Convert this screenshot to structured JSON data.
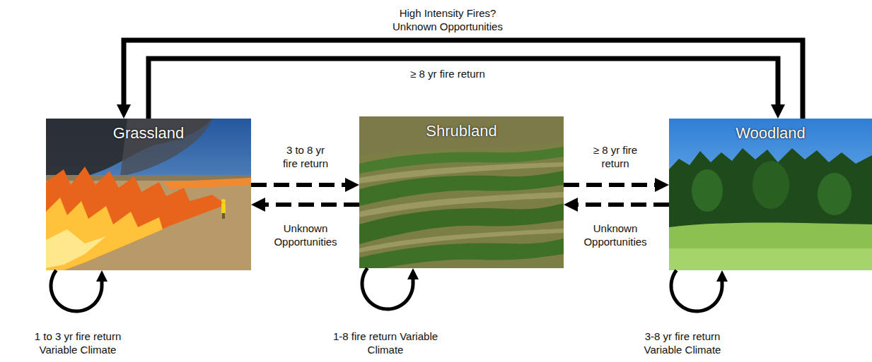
{
  "diagram": {
    "nodes": [
      {
        "text": [
          "Grassland"
        ]
      },
      {
        "text": [
          "Shrubland"
        ]
      },
      {
        "text": [
          "Woodland"
        ]
      }
    ],
    "edges": [
      {
        "from": 0,
        "to": 1,
        "arrow": "to",
        "label": "3 to 8 yr fire return"
      },
      {
        "from": 1,
        "to": 0,
        "arrow": "to",
        "label": "Unknown Opportunities"
      },
      {
        "from": 1,
        "to": 2,
        "arrow": "to",
        "label": "≥ 8 yr fire return"
      },
      {
        "from": 2,
        "to": 1,
        "arrow": "to",
        "label": "Unknown Opportunities"
      },
      {
        "from": 0,
        "to": 2,
        "arrow": "to",
        "label": "≥ 8 yr fire return"
      },
      {
        "from": 2,
        "to": 0,
        "arrow": "to",
        "label": "High Intensity Fires? Unknown Opportunities"
      },
      {
        "from": 0,
        "to": 0,
        "arrow": "to",
        "label": "1 to 3 yr fire return Variable Climate"
      },
      {
        "from": 1,
        "to": 1,
        "arrow": "to",
        "label": "1-8 fire return Variable Climate"
      },
      {
        "from": 2,
        "to": 2,
        "arrow": "to",
        "label": "3-8 yr fire return Variable Climate"
      }
    ]
  }
}
